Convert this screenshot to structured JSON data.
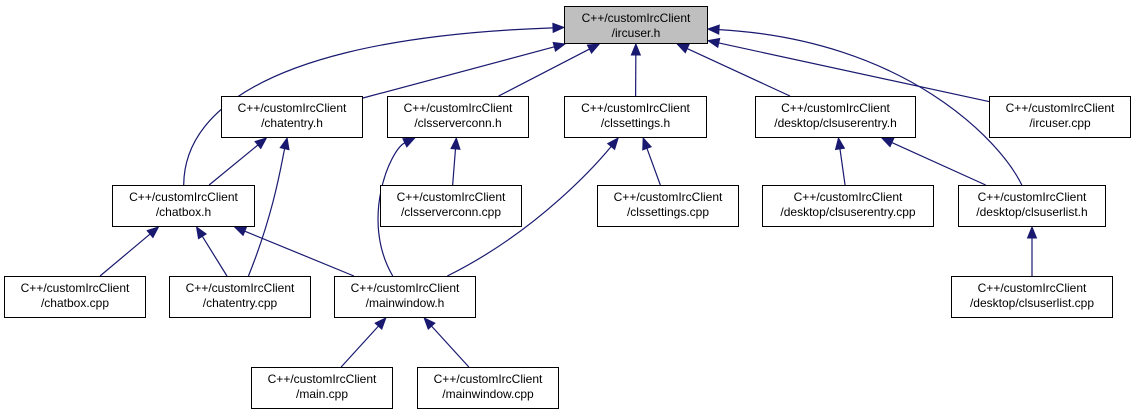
{
  "colors": {
    "edge": "#191970",
    "root_fill": "#bfbfbf",
    "node_fill": "#ffffff",
    "border": "#000000"
  },
  "nodes": {
    "ircuser_h": {
      "line1": "C++/customIrcClient",
      "line2": "/ircuser.h"
    },
    "chatentry_h": {
      "line1": "C++/customIrcClient",
      "line2": "/chatentry.h"
    },
    "clsserverconn_h": {
      "line1": "C++/customIrcClient",
      "line2": "/clsserverconn.h"
    },
    "clssettings_h": {
      "line1": "C++/customIrcClient",
      "line2": "/clssettings.h"
    },
    "clsuserentry_h": {
      "line1": "C++/customIrcClient",
      "line2": "/desktop/clsuserentry.h"
    },
    "ircuser_cpp": {
      "line1": "C++/customIrcClient",
      "line2": "/ircuser.cpp"
    },
    "chatbox_h": {
      "line1": "C++/customIrcClient",
      "line2": "/chatbox.h"
    },
    "clsserverconn_cpp": {
      "line1": "C++/customIrcClient",
      "line2": "/clsserverconn.cpp"
    },
    "clssettings_cpp": {
      "line1": "C++/customIrcClient",
      "line2": "/clssettings.cpp"
    },
    "clsuserentry_cpp": {
      "line1": "C++/customIrcClient",
      "line2": "/desktop/clsuserentry.cpp"
    },
    "clsuserlist_h": {
      "line1": "C++/customIrcClient",
      "line2": "/desktop/clsuserlist.h"
    },
    "chatbox_cpp": {
      "line1": "C++/customIrcClient",
      "line2": "/chatbox.cpp"
    },
    "chatentry_cpp": {
      "line1": "C++/customIrcClient",
      "line2": "/chatentry.cpp"
    },
    "mainwindow_h": {
      "line1": "C++/customIrcClient",
      "line2": "/mainwindow.h"
    },
    "clsuserlist_cpp": {
      "line1": "C++/customIrcClient",
      "line2": "/desktop/clsuserlist.cpp"
    },
    "main_cpp": {
      "line1": "C++/customIrcClient",
      "line2": "/main.cpp"
    },
    "mainwindow_cpp": {
      "line1": "C++/customIrcClient",
      "line2": "/mainwindow.cpp"
    }
  },
  "edges": [
    {
      "from": "chatentry_h",
      "to": "ircuser_h"
    },
    {
      "from": "clsserverconn_h",
      "to": "ircuser_h"
    },
    {
      "from": "clssettings_h",
      "to": "ircuser_h"
    },
    {
      "from": "clsuserentry_h",
      "to": "ircuser_h"
    },
    {
      "from": "ircuser_cpp",
      "to": "ircuser_h"
    },
    {
      "from": "chatbox_h",
      "to": "ircuser_h"
    },
    {
      "from": "clsuserlist_h",
      "to": "ircuser_h"
    },
    {
      "from": "chatbox_h",
      "to": "chatentry_h"
    },
    {
      "from": "chatentry_cpp",
      "to": "chatentry_h"
    },
    {
      "from": "clsserverconn_cpp",
      "to": "clsserverconn_h"
    },
    {
      "from": "mainwindow_h",
      "to": "clsserverconn_h"
    },
    {
      "from": "clssettings_cpp",
      "to": "clssettings_h"
    },
    {
      "from": "mainwindow_h",
      "to": "clssettings_h"
    },
    {
      "from": "clsuserentry_cpp",
      "to": "clsuserentry_h"
    },
    {
      "from": "clsuserlist_h",
      "to": "clsuserentry_h"
    },
    {
      "from": "chatbox_cpp",
      "to": "chatbox_h"
    },
    {
      "from": "chatentry_cpp",
      "to": "chatbox_h"
    },
    {
      "from": "mainwindow_h",
      "to": "chatbox_h"
    },
    {
      "from": "clsuserlist_cpp",
      "to": "clsuserlist_h"
    },
    {
      "from": "main_cpp",
      "to": "mainwindow_h"
    },
    {
      "from": "mainwindow_cpp",
      "to": "mainwindow_h"
    }
  ]
}
